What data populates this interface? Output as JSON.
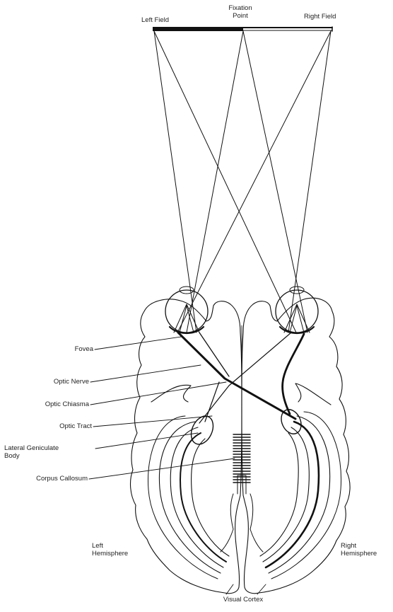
{
  "fields": {
    "left_field": "Left Field",
    "fixation_line1": "Fixation",
    "fixation_line2": "Point",
    "right_field": "Right Field"
  },
  "labels": {
    "fovea": "Fovea",
    "optic_nerve": "Optic Nerve",
    "optic_chiasma": "Optic Chiasma",
    "optic_tract": "Optic Tract",
    "lgb_line1": "Lateral Geniculate",
    "lgb_line2": "Body",
    "corpus_callosum": "Corpus Callosum",
    "left_hemi_line1": "Left",
    "left_hemi_line2": "Hemisphere",
    "right_hemi_line1": "Right",
    "right_hemi_line2": "Hemisphere",
    "visual_cortex": "Visual Cortex"
  },
  "colors": {
    "ink": "#111111",
    "paper": "#ffffff"
  }
}
